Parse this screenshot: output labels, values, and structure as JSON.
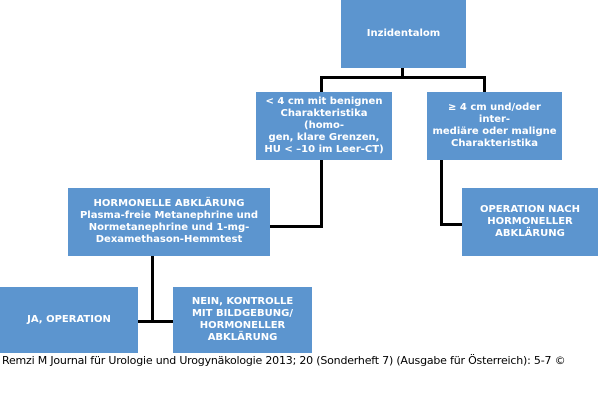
{
  "diagram": {
    "nodes": {
      "root": [
        "Inzidentalom"
      ],
      "benign": [
        "< 4 cm mit benignen",
        "Charakteristika (homo-",
        "gen, klare Grenzen,",
        "HU < –10 im Leer-CT)"
      ],
      "malign": [
        "≥ 4 cm und/oder inter-",
        "mediäre oder maligne",
        "Charakteristika"
      ],
      "hormonal": [
        "HORMONELLE ABKLÄRUNG",
        "Plasma-freie Metanephrine und",
        "Normetanephrine und 1-mg-",
        "Dexamethason-Hemmtest"
      ],
      "op_after": [
        "OPERATION NACH",
        "HORMONELLER",
        "ABKLÄRUNG"
      ],
      "yes_op": [
        "JA, OPERATION"
      ],
      "no_control": [
        "NEIN, KONTROLLE",
        "MIT BILDGEBUNG/",
        "HORMONELLER",
        "ABKLÄRUNG"
      ]
    }
  },
  "caption": "Remzi M Journal für Urologie und Urogynäkologie 2013; 20 (Sonderheft 7) (Ausgabe für Österreich): 5-7 ©",
  "colors": {
    "box": "#5c95cf",
    "text": "#ffffff",
    "connector": "#000000"
  }
}
